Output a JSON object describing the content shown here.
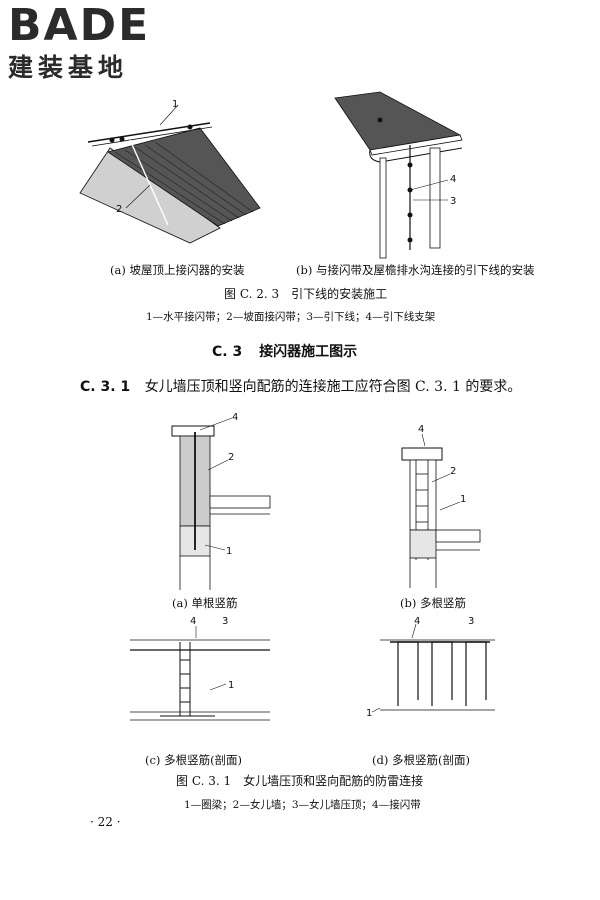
{
  "logo": {
    "main": "BADE",
    "sub": "建装基地"
  },
  "fig_c23": {
    "sub_a": "(a) 坡屋顶上接闪器的安装",
    "sub_b": "(b) 与接闪带及屋檐排水沟连接的引下线的安装",
    "title": "图 C. 2. 3　引下线的安装施工",
    "legend": "1—水平接闪带；2—坡面接闪带；3—引下线；4—引下线支架",
    "labels": [
      "1",
      "2",
      "4",
      "3"
    ]
  },
  "section": {
    "number": "C. 3",
    "title": "接闪器施工图示"
  },
  "clause": {
    "number": "C. 3. 1",
    "text": "女儿墙压顶和竖向配筋的连接施工应符合图 C. 3. 1 的要求。"
  },
  "fig_c31": {
    "sub_a": "(a) 单根竖筋",
    "sub_b": "(b) 多根竖筋",
    "sub_c": "(c) 多根竖筋(剖面)",
    "sub_d": "(d) 多根竖筋(剖面)",
    "title": "图 C. 3. 1　女儿墙压顶和竖向配筋的防雷连接",
    "legend": "1—圈梁；2—女儿墙；3—女儿墙压顶；4—接闪带",
    "labels": [
      "4",
      "2",
      "1",
      "4",
      "2",
      "1",
      "4",
      "3",
      "1",
      "4",
      "3",
      "1"
    ]
  },
  "page_number": "· 22 ·"
}
